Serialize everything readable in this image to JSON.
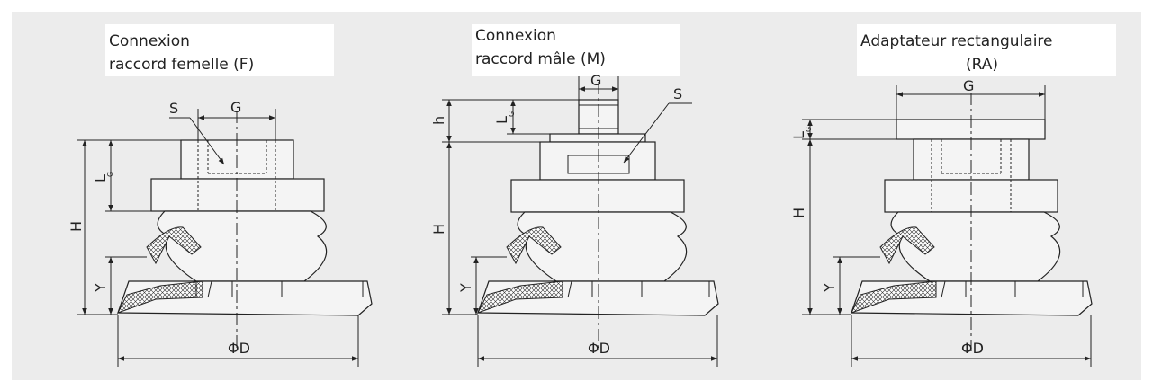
{
  "diagrams": [
    {
      "title_line1": "Connexion",
      "title_line2": "raccord femelle (F)",
      "labels": {
        "s": "S",
        "g": "G",
        "lg": "L",
        "lg_sub": "G",
        "h_total": "H",
        "y": "Y",
        "d": "ΦD"
      }
    },
    {
      "title_line1": "Connexion",
      "title_line2": "raccord mâle (M)",
      "labels": {
        "s": "S",
        "g": "G",
        "lg": "L",
        "lg_sub": "G",
        "h_small": "h",
        "h_total": "H",
        "y": "Y",
        "d": "ΦD"
      }
    },
    {
      "title_line1": "Adaptateur rectangulaire",
      "title_line2": "(RA)",
      "labels": {
        "g": "G",
        "lg": "L",
        "lg_sub": "G",
        "h_total": "H",
        "y": "Y",
        "d": "ΦD"
      }
    }
  ]
}
